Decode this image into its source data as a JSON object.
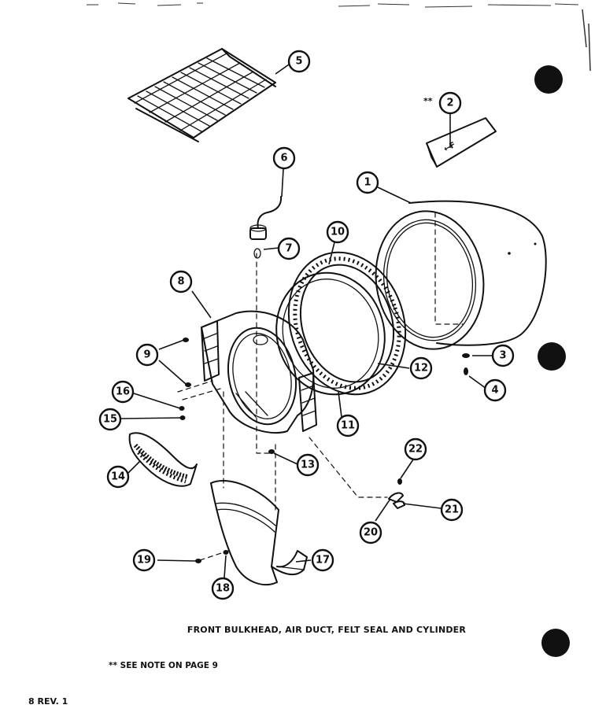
{
  "caption": "FRONT BULKHEAD, AIR DUCT, FELT SEAL AND CYLINDER",
  "note": "** SEE NOTE ON PAGE 9",
  "page_number": "8 REV. 1",
  "part_label_text": "←F",
  "callout_marks": {
    "part_2": "**"
  },
  "callouts": [
    "1",
    "2",
    "3",
    "4",
    "5",
    "6",
    "7",
    "8",
    "9",
    "10",
    "11",
    "12",
    "13",
    "14",
    "15",
    "16",
    "17",
    "18",
    "19",
    "20",
    "21",
    "22"
  ]
}
